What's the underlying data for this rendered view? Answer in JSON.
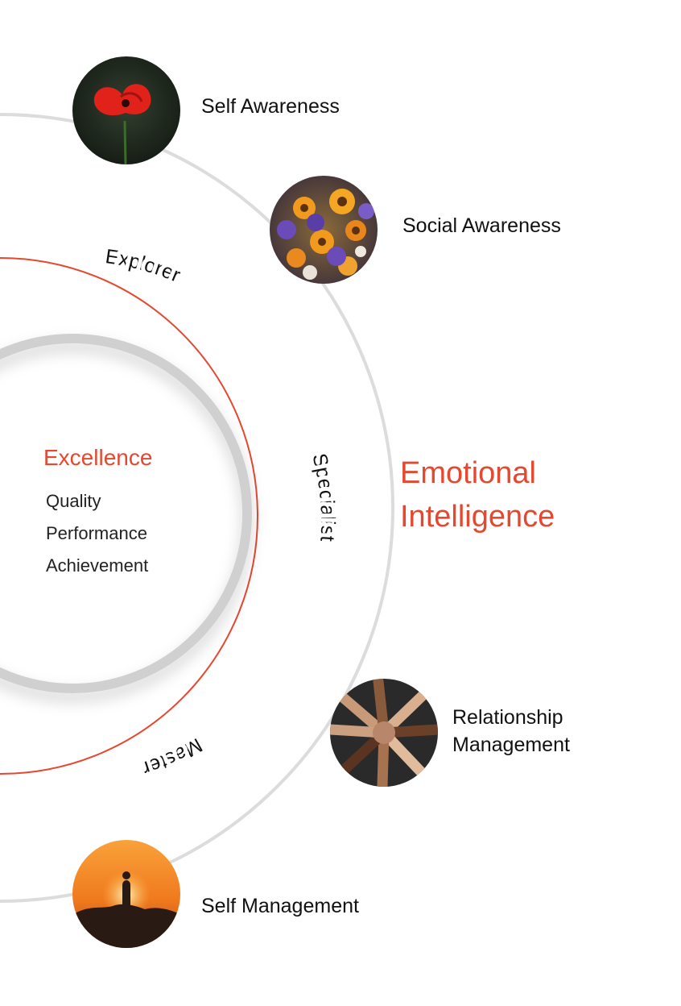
{
  "title_lines": [
    "Emotional",
    "Intelligence"
  ],
  "center": {
    "title": "Excellence",
    "items": [
      "Quality",
      "Performance",
      "Achievement"
    ]
  },
  "stages": {
    "explorer": "Explorer",
    "specialist": "Specialist",
    "master": "Master"
  },
  "nodes": [
    {
      "label_lines": [
        "Self Awareness"
      ],
      "image": "red-poppy-flower"
    },
    {
      "label_lines": [
        "Social Awareness"
      ],
      "image": "orange-purple-flower-bouquet"
    },
    {
      "label_lines": [
        "Relationship",
        "Management"
      ],
      "image": "joined-hands-circle"
    },
    {
      "label_lines": [
        "Self Management"
      ],
      "image": "sunset-silhouette"
    }
  ],
  "colors": {
    "accent": "#e5482f",
    "outer_ring": "#dcdcdc",
    "inner_ring": "#d0d0d0",
    "text": "#111111"
  }
}
